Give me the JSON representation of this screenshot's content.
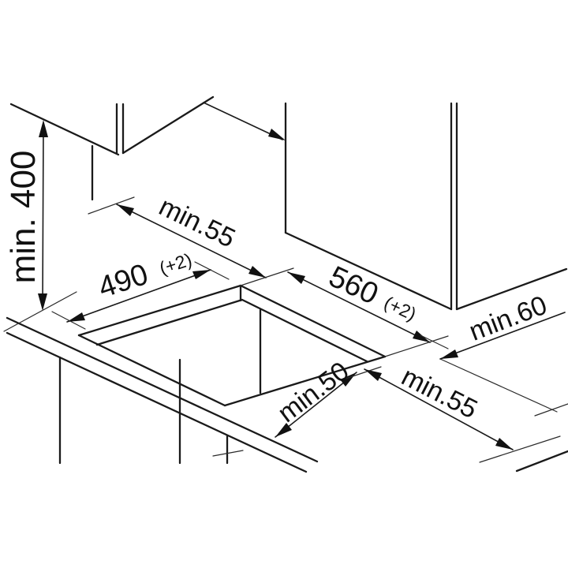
{
  "diagram": {
    "background_color": "#ffffff",
    "line_color": "#1a1a1a",
    "dimensions": {
      "wall_cabinet_height": {
        "label": "min. 400"
      },
      "left_clearance": {
        "label": "min.55"
      },
      "cutout_depth": {
        "value": "490",
        "tolerance": "(+2)"
      },
      "cutout_width": {
        "value": "560",
        "tolerance": "(+2)"
      },
      "rear_right_clearance": {
        "label": "min.60"
      },
      "front_clearance": {
        "label": "min.50"
      },
      "right_clearance": {
        "label": "min.55"
      }
    }
  }
}
